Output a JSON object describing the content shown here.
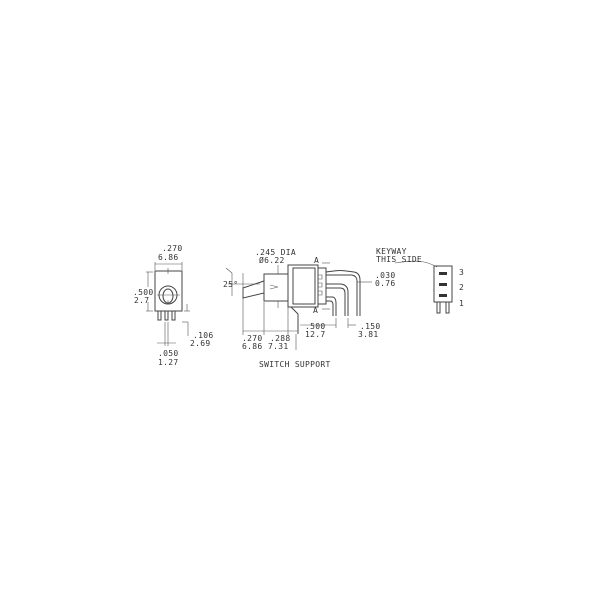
{
  "drawing": {
    "front_view": {
      "width_in": ".270",
      "width_mm": "6.86",
      "height_in": ".500",
      "height_mm": "2.7",
      "pin_len_in": ".106",
      "pin_len_mm": "2.69",
      "pin_pitch_in": ".050",
      "pin_pitch_mm": "1.27"
    },
    "side_view": {
      "dia_in": ".245 DIA",
      "dia_mm": "Ø6.22",
      "angle": "25°",
      "bushing_in": ".270",
      "bushing_mm": "6.86",
      "body_in": ".288",
      "body_mm": "7.31",
      "section_label_top": "A",
      "section_label_bottom": "A",
      "depth_in": ".500",
      "depth_mm": "12.7",
      "pin_thick_in": ".030",
      "pin_thick_mm": "0.76",
      "pin_space_in": ".150",
      "pin_space_mm": "3.81",
      "support_label": "SWITCH SUPPORT"
    },
    "end_view": {
      "keyway_line1": "KEYWAY",
      "keyway_line2": "THIS SIDE",
      "pins": [
        "3",
        "2",
        "1"
      ]
    }
  }
}
